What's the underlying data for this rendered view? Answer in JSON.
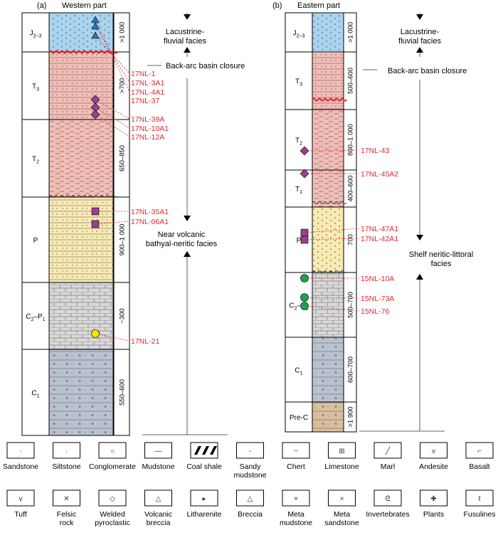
{
  "panels": [
    {
      "id": "a",
      "label": "(a)",
      "title": "Western part",
      "units": [
        {
          "name": "J",
          "sub": "2–3",
          "thickness": ">1 000",
          "color": "#a9d3ee"
        },
        {
          "name": "T",
          "sub": "3",
          "thickness": ">700",
          "color": "#f3bdb6"
        },
        {
          "name": "T",
          "sub": "2",
          "thickness": "650–850",
          "color": "#f3bdb6"
        },
        {
          "name": "P",
          "sub": "",
          "thickness": "900–1 000",
          "color": "#f8eab2"
        },
        {
          "name": "C",
          "sub": "2",
          "name2": "–P",
          "sub2": "1",
          "thickness": "~300",
          "color": "#d9d9d9"
        },
        {
          "name": "C",
          "sub": "1",
          "thickness": "550–600",
          "color": "#b9c2cf"
        }
      ],
      "samples": [
        "17NL-1",
        "17NL-3A1",
        "17NL-4A1",
        "17NL-37",
        "17NL-39A",
        "17NL-10A1",
        "17NL-12A",
        "17NL-35A1",
        "17NL-06A1",
        "17NL-21"
      ],
      "facies": [
        {
          "lines": [
            "Lacustrine-",
            "fluvial facies"
          ]
        },
        {
          "lines": [
            "Back-arc basin closure"
          ]
        },
        {
          "lines": [
            "Near volcanic",
            "bathyal-neritic facies"
          ]
        }
      ]
    },
    {
      "id": "b",
      "label": "(b)",
      "title": "Eastern part",
      "units": [
        {
          "name": "J",
          "sub": "2–3",
          "thickness": ">1 000",
          "color": "#a9d3ee"
        },
        {
          "name": "T",
          "sub": "3",
          "thickness": "500–600",
          "color": "#f3bdb6"
        },
        {
          "name": "T",
          "sub": "2",
          "thickness": "800–1 000",
          "color": "#f3bdb6"
        },
        {
          "name": "T",
          "sub": "1",
          "thickness": "400–600",
          "color": "#f3bdb6"
        },
        {
          "name": "P",
          "sub": "",
          "thickness": "700",
          "color": "#f8eab2"
        },
        {
          "name": "C",
          "sub": "2",
          "name2": "–P",
          "sub2": "1",
          "thickness": "500–700",
          "color": "#d9d9d9"
        },
        {
          "name": "C",
          "sub": "1",
          "thickness": "600–700",
          "color": "#b9c2cf"
        },
        {
          "name": "Pre-C",
          "sub": "",
          "thickness": ">1 900",
          "color": "#d9bf9e"
        }
      ],
      "samples": [
        "17NL-43",
        "17NL-45A2",
        "17NL-47A1",
        "17NL-42A1",
        "15NL-10A",
        "15NL-73A",
        "15NL-76"
      ],
      "facies": [
        {
          "lines": [
            "Lacustrine-",
            "fluvial facies"
          ]
        },
        {
          "lines": [
            "Back-arc basin closure"
          ]
        },
        {
          "lines": [
            "Shelf neritic-littoral",
            "facies"
          ]
        }
      ]
    }
  ],
  "legend": [
    {
      "label": "Sandstone",
      "icon": "sandstone-icon"
    },
    {
      "label": "Siltstone",
      "icon": "siltstone-icon"
    },
    {
      "label": "Conglomerate",
      "icon": "conglomerate-icon"
    },
    {
      "label": "Mudstone",
      "icon": "mudstone-icon"
    },
    {
      "label": "Coal shale",
      "icon": "coal-shale-icon"
    },
    {
      "label": "Sandy mudstone",
      "icon": "sandy-mudstone-icon"
    },
    {
      "label": "Chert",
      "icon": "chert-icon"
    },
    {
      "label": "Limestone",
      "icon": "limestone-icon"
    },
    {
      "label": "Marl",
      "icon": "marl-icon"
    },
    {
      "label": "Andesite",
      "icon": "andesite-icon"
    },
    {
      "label": "Basalt",
      "icon": "basalt-icon"
    },
    {
      "label": "Tuff",
      "icon": "tuff-icon"
    },
    {
      "label": "Felsic rock",
      "icon": "felsic-rock-icon"
    },
    {
      "label": "Welded pyroclastic",
      "icon": "welded-pyroclastic-icon"
    },
    {
      "label": "Volcanic breccia",
      "icon": "volcanic-breccia-icon"
    },
    {
      "label": "Litharenite",
      "icon": "litharenite-icon"
    },
    {
      "label": "Breccia",
      "icon": "breccia-icon"
    },
    {
      "label": "Meta mudstone",
      "icon": "meta-mudstone-icon"
    },
    {
      "label": "Meta sandstone",
      "icon": "meta-sandstone-icon"
    },
    {
      "label": "Invertebrates",
      "icon": "invertebrates-icon"
    },
    {
      "label": "Plants",
      "icon": "plants-icon"
    },
    {
      "label": "Fusulines",
      "icon": "fusulines-icon"
    }
  ],
  "colors": {
    "sample_text": "#e0262f",
    "unconformity": "#e0262f",
    "jurassic": "#a9d3ee",
    "triassic": "#f3bdb6",
    "permian": "#f8eab2",
    "carboniferous": "#d9d9d9",
    "lower_carboniferous": "#b9c2cf",
    "precambrian": "#d9bf9e"
  }
}
